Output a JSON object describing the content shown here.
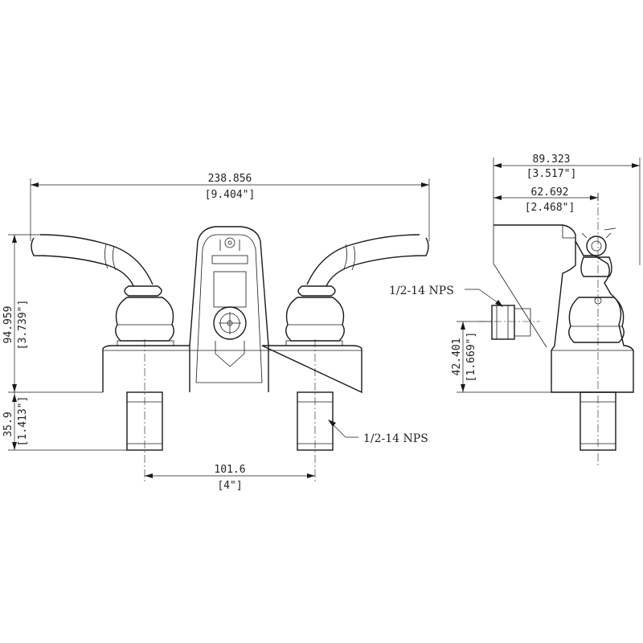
{
  "dimensions": {
    "overall_width_mm": "238.856",
    "overall_width_in": "[9.404\"]",
    "total_height_mm": "94.959",
    "total_height_in": "[3.739\"]",
    "shank_length_mm": "35.9",
    "shank_length_in": "[1.413\"]",
    "center_spacing_mm": "101.6",
    "center_spacing_in": "[4\"]",
    "side_depth_mm": "89.323",
    "side_depth_in": "[3.517\"]",
    "side_offset_mm": "62.692",
    "side_offset_in": "[2.468\"]",
    "spout_height_mm": "42.401",
    "spout_height_in": "[1.669\"]"
  },
  "callouts": {
    "shank_thread": "1/2-14 NPS",
    "spout_thread": "1/2-14 NPS"
  }
}
